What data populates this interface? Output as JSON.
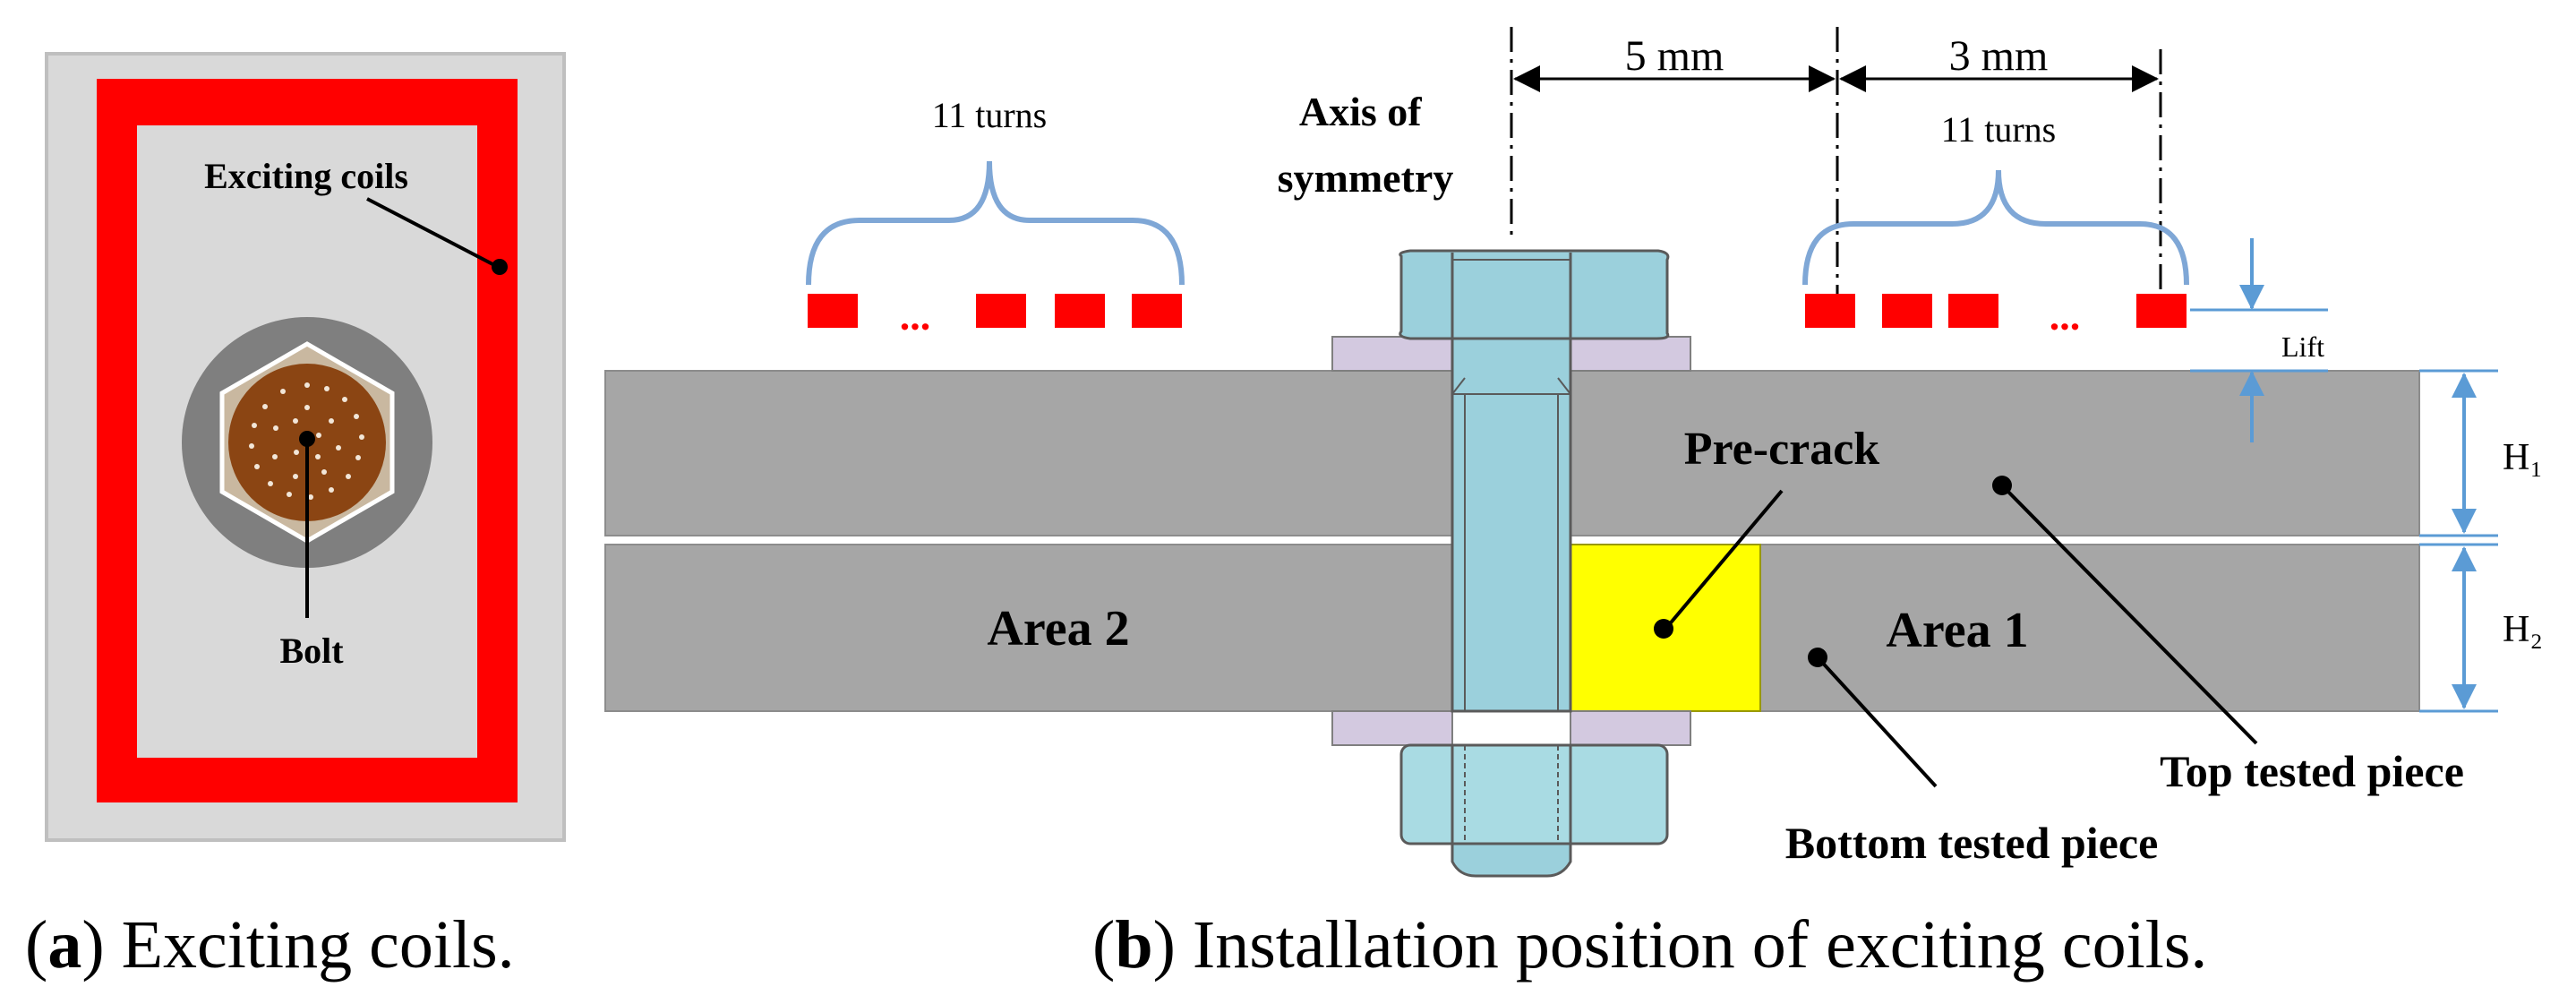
{
  "panel_a": {
    "caption_letter": "a",
    "caption_text": "Exciting coils.",
    "exciting_coils_label": "Exciting coils",
    "bolt_label": "Bolt"
  },
  "panel_b": {
    "caption_letter": "b",
    "caption_text": "Installation position of exciting coils.",
    "axis_label_line1": "Axis of",
    "axis_label_line2": "symmetry",
    "dim_5mm": "5 mm",
    "dim_3mm": "3 mm",
    "turns_left": "11 turns",
    "turns_right": "11 turns",
    "ellipsis_left": "...",
    "ellipsis_right": "...",
    "lift_label": "Lift",
    "h1_label": "H₁",
    "h2_label": "H₂",
    "pre_crack_label": "Pre-crack",
    "area2_label": "Area 2",
    "area1_label": "Area 1",
    "top_piece_label": "Top tested piece",
    "bottom_piece_label": "Bottom tested piece"
  },
  "colors": {
    "coil": "#ff0000",
    "plate": "#a6a6a6",
    "bolt": "#9bd0dc",
    "washer": "#d3c9e0",
    "crack": "#ffff00",
    "dimension_blue": "#5b9bd5",
    "frame_grey": "#d9d9d9",
    "bolt_copper": "#8b4513"
  },
  "icons": [
    "hex-bolt-head-icon",
    "brace-icon",
    "arrow-icon"
  ]
}
